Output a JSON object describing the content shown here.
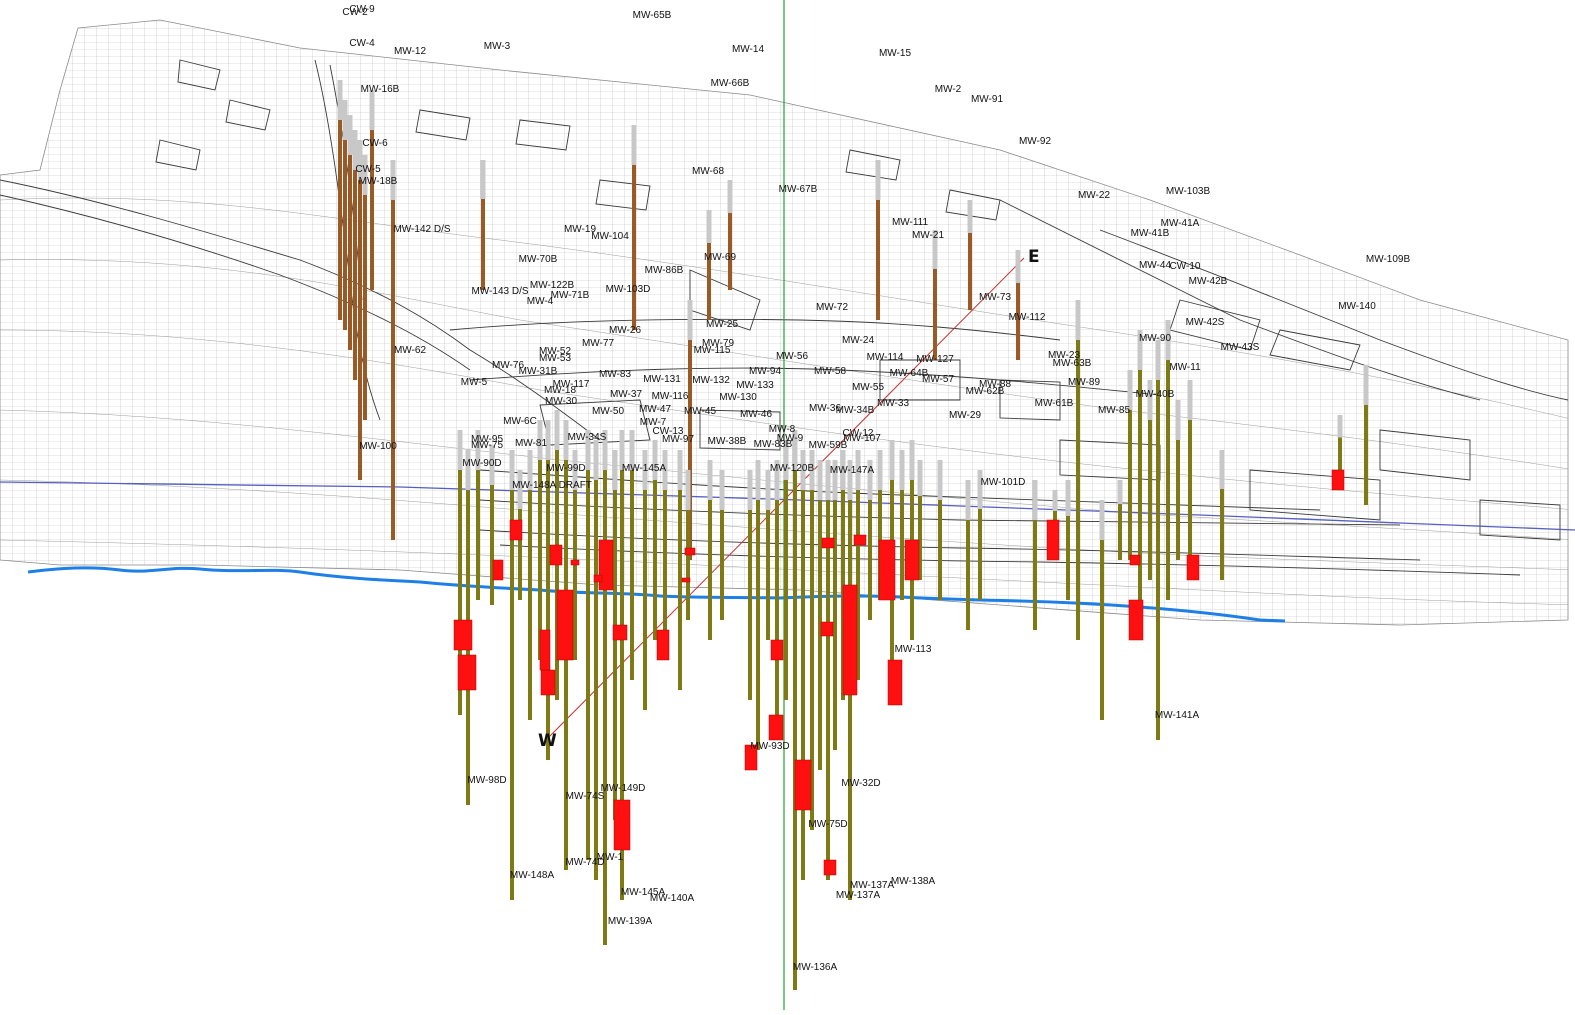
{
  "colors": {
    "mesh": "#b8b8b8",
    "mesh_dark": "#6a6a6a",
    "road": "#3a3a3a",
    "casing_upper": "#c8c8c8",
    "casing_brown": "#9a5a26",
    "casing_olive": "#7f7a14",
    "screen_red": "#ff1010",
    "water_line": "#1e7fe6",
    "plane_line": "#5560c0",
    "section_line": "#c83030",
    "vertical_axis": "#2aa02a"
  },
  "markers": {
    "east": "E",
    "west": "W"
  },
  "wells": [
    {
      "name": "CW-9",
      "top": [
        362,
        8
      ],
      "bottom": [
        362,
        8
      ]
    },
    {
      "name": "CW-2",
      "top": [
        355,
        11
      ],
      "bottom": [
        355,
        11
      ]
    },
    {
      "name": "MW-65B",
      "top": [
        652,
        14
      ],
      "bottom": [
        652,
        14
      ]
    },
    {
      "name": "CW-4",
      "top": [
        362,
        42
      ],
      "bottom": [
        362,
        42
      ]
    },
    {
      "name": "MW-12",
      "top": [
        410,
        50
      ],
      "bottom": [
        410,
        50
      ]
    },
    {
      "name": "MW-3",
      "top": [
        497,
        45
      ],
      "bottom": [
        497,
        45
      ]
    },
    {
      "name": "MW-14",
      "top": [
        748,
        48
      ],
      "bottom": [
        748,
        48
      ]
    },
    {
      "name": "MW-15",
      "top": [
        895,
        52
      ],
      "bottom": [
        895,
        52
      ]
    },
    {
      "name": "MW-66B",
      "top": [
        730,
        82
      ],
      "bottom": [
        730,
        82
      ]
    },
    {
      "name": "MW-2",
      "top": [
        948,
        88
      ],
      "bottom": [
        948,
        88
      ]
    },
    {
      "name": "MW-91",
      "top": [
        987,
        98
      ],
      "bottom": [
        987,
        98
      ]
    },
    {
      "name": "MW-16B",
      "top": [
        380,
        88
      ],
      "bottom": [
        380,
        88
      ]
    },
    {
      "name": "CW-6",
      "top": [
        375,
        142
      ],
      "bottom": [
        375,
        142
      ]
    },
    {
      "name": "MW-92",
      "top": [
        1035,
        140
      ],
      "bottom": [
        1035,
        140
      ]
    },
    {
      "name": "CW-5",
      "top": [
        368,
        168
      ],
      "bottom": [
        368,
        168
      ]
    },
    {
      "name": "MW-18B",
      "top": [
        378,
        180
      ],
      "bottom": [
        378,
        180
      ]
    },
    {
      "name": "MW-68",
      "top": [
        708,
        170
      ],
      "bottom": [
        708,
        170
      ]
    },
    {
      "name": "MW-67B",
      "top": [
        798,
        188
      ],
      "bottom": [
        798,
        188
      ]
    },
    {
      "name": "MW-22",
      "top": [
        1094,
        194
      ],
      "bottom": [
        1094,
        194
      ]
    },
    {
      "name": "MW-103B",
      "top": [
        1188,
        190
      ],
      "bottom": [
        1188,
        190
      ]
    },
    {
      "name": "MW-142 D/S",
      "top": [
        422,
        228
      ],
      "bottom": [
        422,
        228
      ]
    },
    {
      "name": "MW-19",
      "top": [
        580,
        228
      ],
      "bottom": [
        580,
        228
      ]
    },
    {
      "name": "MW-104",
      "top": [
        610,
        235
      ],
      "bottom": [
        610,
        235
      ]
    },
    {
      "name": "MW-111",
      "top": [
        910,
        221
      ],
      "bottom": [
        910,
        221
      ]
    },
    {
      "name": "MW-21",
      "top": [
        928,
        234
      ],
      "bottom": [
        928,
        234
      ]
    },
    {
      "name": "MW-41A",
      "top": [
        1180,
        222
      ],
      "bottom": [
        1180,
        222
      ]
    },
    {
      "name": "MW-41B",
      "top": [
        1150,
        232
      ],
      "bottom": [
        1150,
        232
      ]
    },
    {
      "name": "MW-70B",
      "top": [
        538,
        258
      ],
      "bottom": [
        538,
        258
      ]
    },
    {
      "name": "MW-69",
      "top": [
        720,
        256
      ],
      "bottom": [
        720,
        256
      ]
    },
    {
      "name": "MW-109B",
      "top": [
        1388,
        258
      ],
      "bottom": [
        1388,
        258
      ]
    },
    {
      "name": "MW-44",
      "top": [
        1155,
        264
      ],
      "bottom": [
        1155,
        264
      ]
    },
    {
      "name": "CW-10",
      "top": [
        1185,
        265
      ],
      "bottom": [
        1185,
        265
      ]
    },
    {
      "name": "MW-86B",
      "top": [
        664,
        269
      ],
      "bottom": [
        664,
        269
      ]
    },
    {
      "name": "MW-143 D/S",
      "top": [
        500,
        290
      ],
      "bottom": [
        500,
        290
      ]
    },
    {
      "name": "MW-122B",
      "top": [
        552,
        284
      ],
      "bottom": [
        552,
        284
      ]
    },
    {
      "name": "MW-103D",
      "top": [
        628,
        288
      ],
      "bottom": [
        628,
        288
      ]
    },
    {
      "name": "MW-71B",
      "top": [
        570,
        294
      ],
      "bottom": [
        570,
        294
      ]
    },
    {
      "name": "MW-4",
      "top": [
        540,
        300
      ],
      "bottom": [
        540,
        300
      ]
    },
    {
      "name": "MW-42B",
      "top": [
        1208,
        280
      ],
      "bottom": [
        1208,
        280
      ]
    },
    {
      "name": "MW-73",
      "top": [
        995,
        296
      ],
      "bottom": [
        995,
        296
      ]
    },
    {
      "name": "MW-72",
      "top": [
        832,
        306
      ],
      "bottom": [
        832,
        306
      ]
    },
    {
      "name": "MW-140",
      "top": [
        1357,
        305
      ],
      "bottom": [
        1357,
        305
      ]
    },
    {
      "name": "MW-112",
      "top": [
        1027,
        316
      ],
      "bottom": [
        1027,
        316
      ]
    },
    {
      "name": "MW-25",
      "top": [
        722,
        323
      ],
      "bottom": [
        722,
        323
      ]
    },
    {
      "name": "MW-42S",
      "top": [
        1205,
        321
      ],
      "bottom": [
        1205,
        321
      ]
    },
    {
      "name": "MW-26",
      "top": [
        625,
        329
      ],
      "bottom": [
        625,
        329
      ]
    },
    {
      "name": "MW-90",
      "top": [
        1155,
        337
      ],
      "bottom": [
        1155,
        337
      ]
    },
    {
      "name": "MW-24",
      "top": [
        858,
        339
      ],
      "bottom": [
        858,
        339
      ]
    },
    {
      "name": "MW-77",
      "top": [
        598,
        342
      ],
      "bottom": [
        598,
        342
      ]
    },
    {
      "name": "MW-79",
      "top": [
        718,
        342
      ],
      "bottom": [
        718,
        342
      ]
    },
    {
      "name": "MW-43S",
      "top": [
        1240,
        346
      ],
      "bottom": [
        1240,
        346
      ]
    },
    {
      "name": "MW-62",
      "top": [
        410,
        349
      ],
      "bottom": [
        410,
        349
      ]
    },
    {
      "name": "MW-52",
      "top": [
        555,
        350
      ],
      "bottom": [
        555,
        350
      ]
    },
    {
      "name": "MW-115",
      "top": [
        712,
        349
      ],
      "bottom": [
        712,
        349
      ]
    },
    {
      "name": "MW-56",
      "top": [
        792,
        355
      ],
      "bottom": [
        792,
        355
      ]
    },
    {
      "name": "MW-127",
      "top": [
        935,
        358
      ],
      "bottom": [
        935,
        358
      ]
    },
    {
      "name": "MW-23",
      "top": [
        1064,
        354
      ],
      "bottom": [
        1064,
        354
      ]
    },
    {
      "name": "MW-53",
      "top": [
        555,
        357
      ],
      "bottom": [
        555,
        357
      ]
    },
    {
      "name": "MW-114",
      "top": [
        885,
        356
      ],
      "bottom": [
        885,
        356
      ]
    },
    {
      "name": "MW-63B",
      "top": [
        1072,
        362
      ],
      "bottom": [
        1072,
        362
      ]
    },
    {
      "name": "MW-76",
      "top": [
        508,
        364
      ],
      "bottom": [
        508,
        364
      ]
    },
    {
      "name": "MW-11",
      "top": [
        1185,
        366
      ],
      "bottom": [
        1185,
        366
      ]
    },
    {
      "name": "MW-58",
      "top": [
        830,
        370
      ],
      "bottom": [
        830,
        370
      ]
    },
    {
      "name": "MW-31B",
      "top": [
        538,
        370
      ],
      "bottom": [
        538,
        370
      ]
    },
    {
      "name": "MW-94",
      "top": [
        765,
        370
      ],
      "bottom": [
        765,
        370
      ]
    },
    {
      "name": "MW-64B",
      "top": [
        909,
        372
      ],
      "bottom": [
        909,
        372
      ]
    },
    {
      "name": "MW-83",
      "top": [
        615,
        373
      ],
      "bottom": [
        615,
        373
      ]
    },
    {
      "name": "MW-57",
      "top": [
        938,
        378
      ],
      "bottom": [
        938,
        378
      ]
    },
    {
      "name": "MW-131",
      "top": [
        662,
        378
      ],
      "bottom": [
        662,
        378
      ]
    },
    {
      "name": "MW-132",
      "top": [
        711,
        379
      ],
      "bottom": [
        711,
        379
      ]
    },
    {
      "name": "MW-5",
      "top": [
        474,
        381
      ],
      "bottom": [
        474,
        381
      ]
    },
    {
      "name": "MW-89",
      "top": [
        1084,
        381
      ],
      "bottom": [
        1084,
        381
      ]
    },
    {
      "name": "MW-88",
      "top": [
        995,
        383
      ],
      "bottom": [
        995,
        383
      ]
    },
    {
      "name": "MW-133",
      "top": [
        755,
        384
      ],
      "bottom": [
        755,
        384
      ]
    },
    {
      "name": "MW-117",
      "top": [
        571,
        383
      ],
      "bottom": [
        571,
        383
      ]
    },
    {
      "name": "MW-55",
      "top": [
        868,
        386
      ],
      "bottom": [
        868,
        386
      ]
    },
    {
      "name": "MW-18",
      "top": [
        560,
        389
      ],
      "bottom": [
        560,
        389
      ]
    },
    {
      "name": "MW-62B",
      "top": [
        985,
        390
      ],
      "bottom": [
        985,
        390
      ]
    },
    {
      "name": "MW-37",
      "top": [
        626,
        393
      ],
      "bottom": [
        626,
        393
      ]
    },
    {
      "name": "MW-116",
      "top": [
        670,
        395
      ],
      "bottom": [
        670,
        395
      ]
    },
    {
      "name": "MW-130",
      "top": [
        738,
        396
      ],
      "bottom": [
        738,
        396
      ]
    },
    {
      "name": "MW-40B",
      "top": [
        1155,
        393
      ],
      "bottom": [
        1155,
        393
      ]
    },
    {
      "name": "MW-30",
      "top": [
        561,
        400
      ],
      "bottom": [
        561,
        400
      ]
    },
    {
      "name": "MW-33",
      "top": [
        893,
        402
      ],
      "bottom": [
        893,
        402
      ]
    },
    {
      "name": "MW-61B",
      "top": [
        1054,
        402
      ],
      "bottom": [
        1054,
        402
      ]
    },
    {
      "name": "MW-34B",
      "top": [
        855,
        409
      ],
      "bottom": [
        855,
        409
      ]
    },
    {
      "name": "MW-36",
      "top": [
        825,
        407
      ],
      "bottom": [
        825,
        407
      ]
    },
    {
      "name": "MW-45",
      "top": [
        700,
        410
      ],
      "bottom": [
        700,
        410
      ]
    },
    {
      "name": "MW-47",
      "top": [
        655,
        408
      ],
      "bottom": [
        655,
        408
      ]
    },
    {
      "name": "MW-50",
      "top": [
        608,
        410
      ],
      "bottom": [
        608,
        410
      ]
    },
    {
      "name": "MW-85",
      "top": [
        1114,
        409
      ],
      "bottom": [
        1114,
        409
      ]
    },
    {
      "name": "MW-46",
      "top": [
        756,
        413
      ],
      "bottom": [
        756,
        413
      ]
    },
    {
      "name": "MW-29",
      "top": [
        965,
        414
      ],
      "bottom": [
        965,
        414
      ]
    },
    {
      "name": "MW-7",
      "top": [
        653,
        421
      ],
      "bottom": [
        653,
        421
      ]
    },
    {
      "name": "MW-6C",
      "top": [
        520,
        420
      ],
      "bottom": [
        520,
        420
      ]
    },
    {
      "name": "MW-8",
      "top": [
        782,
        428
      ],
      "bottom": [
        782,
        428
      ]
    },
    {
      "name": "CW-13",
      "top": [
        668,
        430
      ],
      "bottom": [
        668,
        430
      ]
    },
    {
      "name": "CW-12",
      "top": [
        858,
        432
      ],
      "bottom": [
        858,
        432
      ]
    },
    {
      "name": "MW-34S",
      "top": [
        587,
        436
      ],
      "bottom": [
        587,
        436
      ]
    },
    {
      "name": "MW-95",
      "top": [
        487,
        438
      ],
      "bottom": [
        487,
        438
      ]
    },
    {
      "name": "MW-107",
      "top": [
        862,
        437
      ],
      "bottom": [
        862,
        437
      ]
    },
    {
      "name": "MW-97",
      "top": [
        678,
        438
      ],
      "bottom": [
        678,
        438
      ]
    },
    {
      "name": "MW-9",
      "top": [
        790,
        437
      ],
      "bottom": [
        790,
        437
      ]
    },
    {
      "name": "MW-100",
      "top": [
        378,
        445
      ],
      "bottom": [
        378,
        445
      ]
    },
    {
      "name": "MW-75",
      "top": [
        487,
        444
      ],
      "bottom": [
        487,
        444
      ]
    },
    {
      "name": "MW-38B",
      "top": [
        727,
        440
      ],
      "bottom": [
        727,
        440
      ]
    },
    {
      "name": "MW-83B",
      "top": [
        773,
        443
      ],
      "bottom": [
        773,
        443
      ]
    },
    {
      "name": "MW-59B",
      "top": [
        828,
        444
      ],
      "bottom": [
        828,
        444
      ]
    },
    {
      "name": "MW-81",
      "top": [
        531,
        442
      ],
      "bottom": [
        531,
        442
      ]
    },
    {
      "name": "MW-90D",
      "top": [
        482,
        462
      ],
      "bottom": [
        482,
        462
      ]
    },
    {
      "name": "MW-99D",
      "top": [
        566,
        467
      ],
      "bottom": [
        566,
        467
      ]
    },
    {
      "name": "MW-145A",
      "top": [
        644,
        467
      ],
      "bottom": [
        644,
        467
      ]
    },
    {
      "name": "MW-120B",
      "top": [
        792,
        467
      ],
      "bottom": [
        792,
        467
      ]
    },
    {
      "name": "MW-147A",
      "top": [
        852,
        469
      ],
      "bottom": [
        852,
        469
      ]
    },
    {
      "name": "MW-101D",
      "top": [
        1003,
        481
      ],
      "bottom": [
        1003,
        481
      ]
    },
    {
      "name": "MW-148A DRAFT",
      "top": [
        552,
        484
      ],
      "bottom": [
        552,
        484
      ]
    },
    {
      "name": "MW-113",
      "top": [
        913,
        648
      ],
      "bottom": [
        913,
        648
      ]
    },
    {
      "name": "MW-141A",
      "top": [
        1177,
        714
      ],
      "bottom": [
        1177,
        714
      ]
    },
    {
      "name": "MW-93D",
      "top": [
        770,
        745
      ],
      "bottom": [
        770,
        745
      ]
    },
    {
      "name": "MW-98D",
      "top": [
        487,
        779
      ],
      "bottom": [
        487,
        779
      ]
    },
    {
      "name": "MW-32D",
      "top": [
        861,
        782
      ],
      "bottom": [
        861,
        782
      ]
    },
    {
      "name": "MW-149D",
      "top": [
        623,
        787
      ],
      "bottom": [
        623,
        787
      ]
    },
    {
      "name": "MW-74S",
      "top": [
        585,
        795
      ],
      "bottom": [
        585,
        795
      ]
    },
    {
      "name": "MW-75D",
      "top": [
        828,
        823
      ],
      "bottom": [
        828,
        823
      ]
    },
    {
      "name": "MW-74D",
      "top": [
        585,
        861
      ],
      "bottom": [
        585,
        861
      ]
    },
    {
      "name": "MW-1",
      "top": [
        610,
        856
      ],
      "bottom": [
        610,
        856
      ]
    },
    {
      "name": "MW-148A",
      "top": [
        532,
        874
      ],
      "bottom": [
        532,
        874
      ]
    },
    {
      "name": "MW-138A",
      "top": [
        913,
        880
      ],
      "bottom": [
        913,
        880
      ]
    },
    {
      "name": "MW-137A",
      "top": [
        872,
        884
      ],
      "bottom": [
        872,
        884
      ]
    },
    {
      "name": "MW-145A",
      "top": [
        643,
        891
      ],
      "bottom": [
        643,
        891
      ]
    },
    {
      "name": "MW-137A",
      "top": [
        858,
        894
      ],
      "bottom": [
        858,
        894
      ]
    },
    {
      "name": "MW-140A",
      "top": [
        672,
        897
      ],
      "bottom": [
        672,
        897
      ]
    },
    {
      "name": "MW-139A",
      "top": [
        630,
        920
      ],
      "bottom": [
        630,
        920
      ]
    },
    {
      "name": "MW-136A",
      "top": [
        815,
        966
      ],
      "bottom": [
        815,
        966
      ]
    }
  ]
}
